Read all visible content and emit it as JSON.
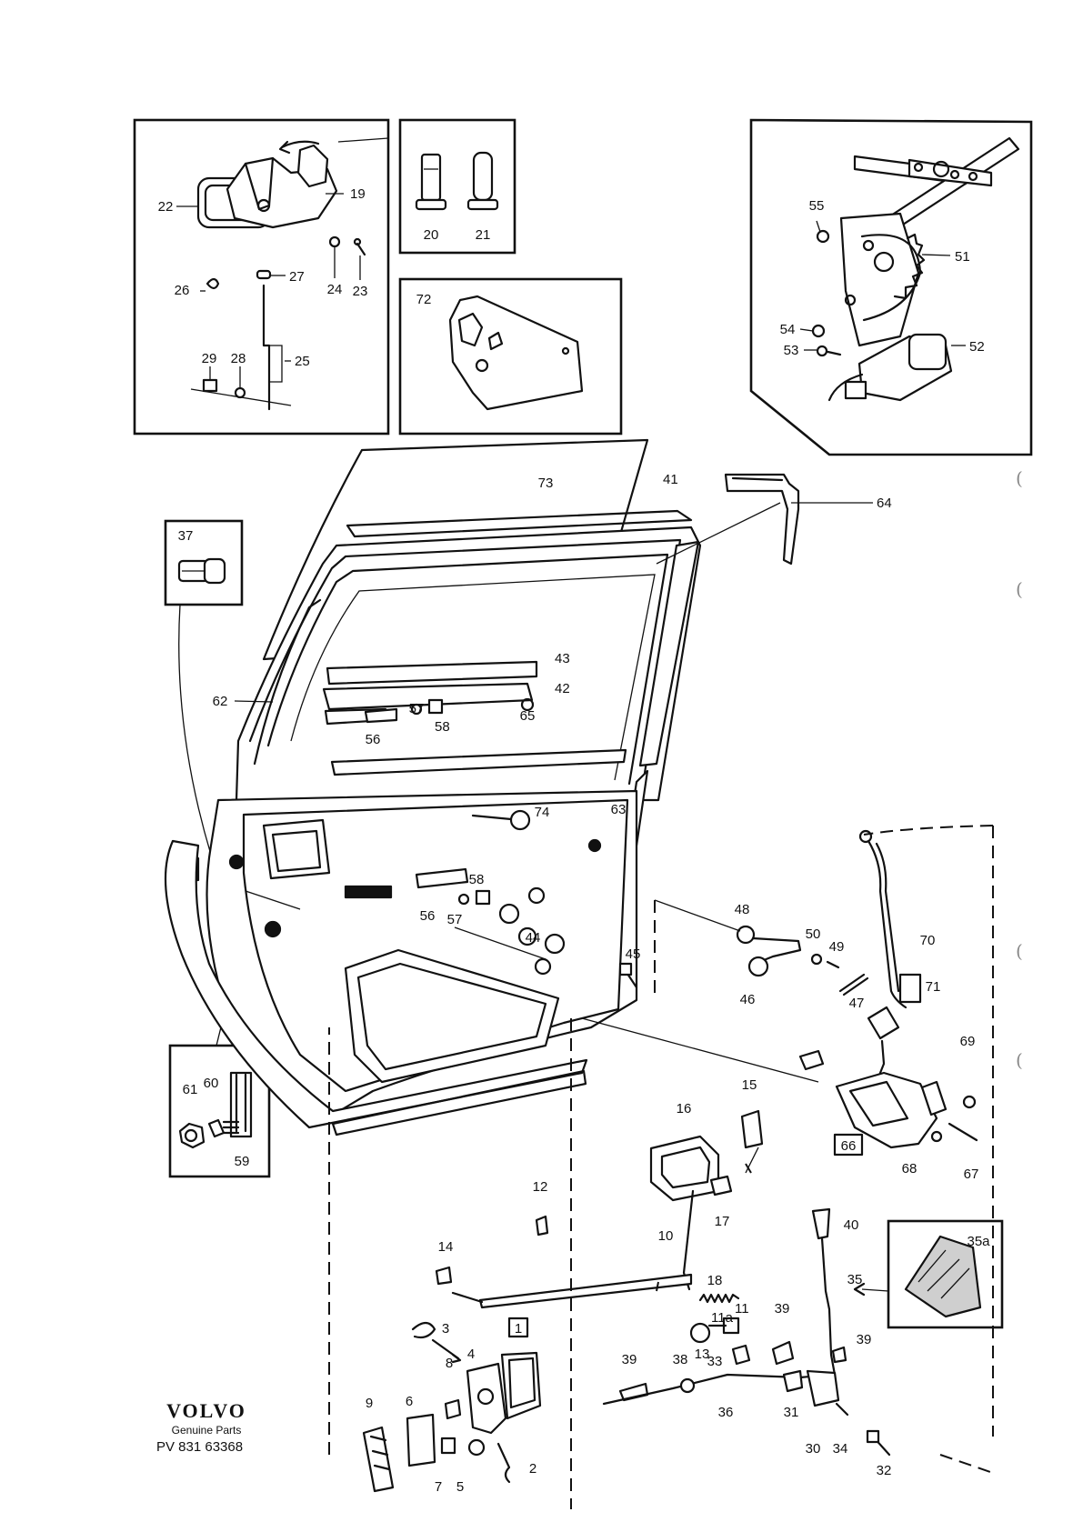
{
  "brand": {
    "logo": "VOLVO",
    "tagline": "Genuine Parts",
    "reference": "PV 831 63368"
  },
  "margin_marks": [
    "(",
    "(",
    "(",
    "("
  ],
  "boxed_labels": [
    "1",
    "66"
  ],
  "callouts": [
    {
      "id": "c22",
      "text": "22"
    },
    {
      "id": "c19",
      "text": "19"
    },
    {
      "id": "c26",
      "text": "26"
    },
    {
      "id": "c27",
      "text": "27"
    },
    {
      "id": "c24",
      "text": "24"
    },
    {
      "id": "c23",
      "text": "23"
    },
    {
      "id": "c29",
      "text": "29"
    },
    {
      "id": "c28",
      "text": "28"
    },
    {
      "id": "c25",
      "text": "25"
    },
    {
      "id": "c20",
      "text": "20"
    },
    {
      "id": "c21",
      "text": "21"
    },
    {
      "id": "c72",
      "text": "72"
    },
    {
      "id": "c55",
      "text": "55"
    },
    {
      "id": "c51",
      "text": "51"
    },
    {
      "id": "c54",
      "text": "54"
    },
    {
      "id": "c53",
      "text": "53"
    },
    {
      "id": "c52",
      "text": "52"
    },
    {
      "id": "c41",
      "text": "41"
    },
    {
      "id": "c73",
      "text": "73"
    },
    {
      "id": "c64",
      "text": "64"
    },
    {
      "id": "c37",
      "text": "37"
    },
    {
      "id": "c43",
      "text": "43"
    },
    {
      "id": "c42",
      "text": "42"
    },
    {
      "id": "c62",
      "text": "62"
    },
    {
      "id": "c57a",
      "text": "57"
    },
    {
      "id": "c58a",
      "text": "58"
    },
    {
      "id": "c56a",
      "text": "56"
    },
    {
      "id": "c65",
      "text": "65"
    },
    {
      "id": "c63",
      "text": "63"
    },
    {
      "id": "c74",
      "text": "74"
    },
    {
      "id": "c58b",
      "text": "58"
    },
    {
      "id": "c56b",
      "text": "56"
    },
    {
      "id": "c57b",
      "text": "57"
    },
    {
      "id": "c44",
      "text": "44"
    },
    {
      "id": "c45",
      "text": "45"
    },
    {
      "id": "c48",
      "text": "48"
    },
    {
      "id": "c50",
      "text": "50"
    },
    {
      "id": "c49",
      "text": "49"
    },
    {
      "id": "c46",
      "text": "46"
    },
    {
      "id": "c47",
      "text": "47"
    },
    {
      "id": "c70",
      "text": "70"
    },
    {
      "id": "c71",
      "text": "71"
    },
    {
      "id": "c69",
      "text": "69"
    },
    {
      "id": "c68",
      "text": "68"
    },
    {
      "id": "c67",
      "text": "67"
    },
    {
      "id": "c61",
      "text": "61"
    },
    {
      "id": "c60",
      "text": "60"
    },
    {
      "id": "c59",
      "text": "59"
    },
    {
      "id": "c16",
      "text": "16"
    },
    {
      "id": "c15",
      "text": "15"
    },
    {
      "id": "c17",
      "text": "17"
    },
    {
      "id": "c12",
      "text": "12"
    },
    {
      "id": "c10",
      "text": "10"
    },
    {
      "id": "c18",
      "text": "18"
    },
    {
      "id": "c14",
      "text": "14"
    },
    {
      "id": "c11a",
      "text": "11a"
    },
    {
      "id": "c11",
      "text": "11"
    },
    {
      "id": "c13",
      "text": "13"
    },
    {
      "id": "c39a",
      "text": "39"
    },
    {
      "id": "c40",
      "text": "40"
    },
    {
      "id": "c35",
      "text": "35"
    },
    {
      "id": "c35a",
      "text": "35a"
    },
    {
      "id": "c39b",
      "text": "39"
    },
    {
      "id": "c3",
      "text": "3"
    },
    {
      "id": "c4",
      "text": "4"
    },
    {
      "id": "c8",
      "text": "8"
    },
    {
      "id": "c9",
      "text": "9"
    },
    {
      "id": "c6",
      "text": "6"
    },
    {
      "id": "c7",
      "text": "7"
    },
    {
      "id": "c5",
      "text": "5"
    },
    {
      "id": "c2",
      "text": "2"
    },
    {
      "id": "c39c",
      "text": "39"
    },
    {
      "id": "c38",
      "text": "38"
    },
    {
      "id": "c33",
      "text": "33"
    },
    {
      "id": "c36",
      "text": "36"
    },
    {
      "id": "c31",
      "text": "31"
    },
    {
      "id": "c30",
      "text": "30"
    },
    {
      "id": "c34",
      "text": "34"
    },
    {
      "id": "c32",
      "text": "32"
    }
  ]
}
